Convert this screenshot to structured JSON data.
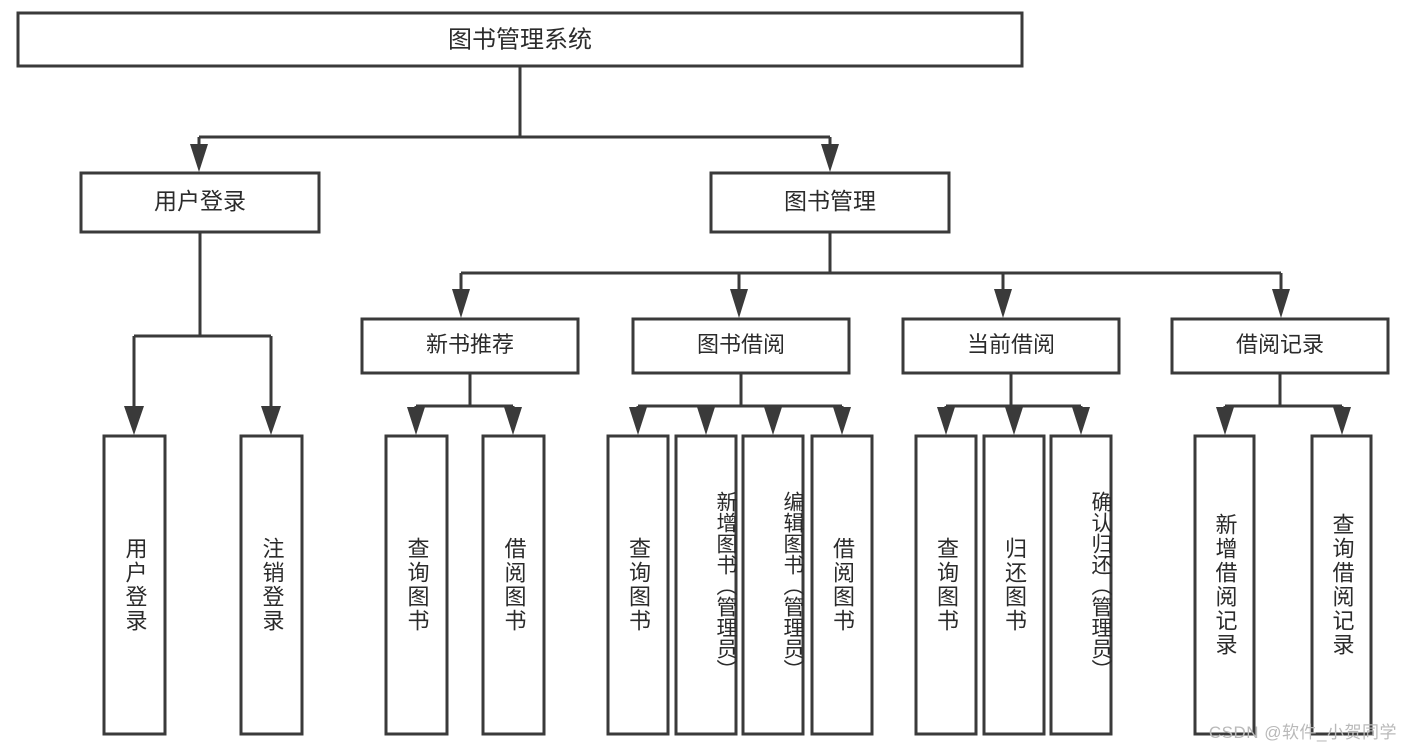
{
  "diagram": {
    "title": "图书管理系统",
    "watermark": "CSDN @软件_小贺同学",
    "colors": {
      "stroke": "#3a3a3a",
      "box_fill": "#ffffff",
      "text": "#2b2b2b",
      "background": "#ffffff",
      "watermark": "#b9b9b9"
    },
    "root": {
      "label": "图书管理系统"
    },
    "level2": [
      {
        "label": "用户登录"
      },
      {
        "label": "图书管理"
      }
    ],
    "level3": [
      {
        "label": "新书推荐"
      },
      {
        "label": "图书借阅"
      },
      {
        "label": "当前借阅"
      },
      {
        "label": "借阅记录"
      }
    ],
    "leaves": {
      "user_login": [
        {
          "label": "用户登录"
        },
        {
          "label": "注销登录"
        }
      ],
      "new_book_recommend": [
        {
          "label": "查询图书"
        },
        {
          "label": "借阅图书"
        }
      ],
      "book_borrow": [
        {
          "label": "查询图书"
        },
        {
          "label": "新增图书（管理员）"
        },
        {
          "label": "编辑图书（管理员）"
        },
        {
          "label": "借阅图书"
        }
      ],
      "current_borrow": [
        {
          "label": "查询图书"
        },
        {
          "label": "归还图书"
        },
        {
          "label": "确认归还（管理员）"
        }
      ],
      "borrow_record": [
        {
          "label": "新增借阅记录"
        },
        {
          "label": "查询借阅记录"
        }
      ]
    }
  }
}
